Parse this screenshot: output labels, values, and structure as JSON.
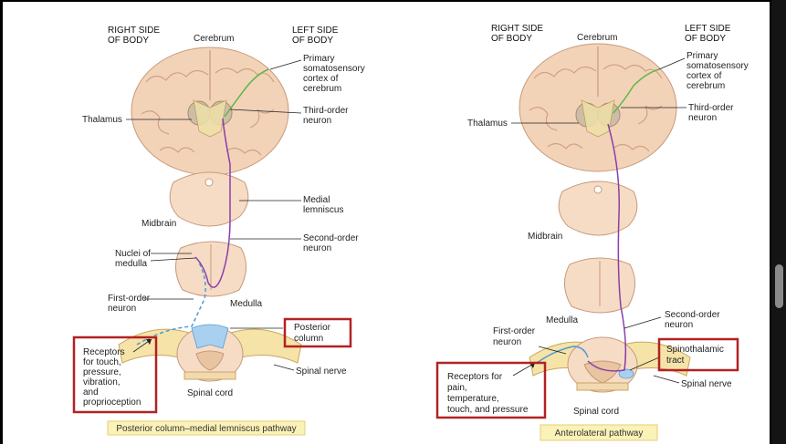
{
  "left_panel": {
    "side_right": [
      "RIGHT SIDE",
      "OF BODY"
    ],
    "cerebrum": "Cerebrum",
    "side_left": [
      "LEFT SIDE",
      "OF BODY"
    ],
    "cortex": [
      "Primary",
      "somatosensory",
      "cortex of",
      "cerebrum"
    ],
    "thalamus": "Thalamus",
    "third_order": [
      "Third-order",
      "neuron"
    ],
    "medial_lemniscus": [
      "Medial",
      "lemniscus"
    ],
    "midbrain": "Midbrain",
    "second_order": [
      "Second-order",
      "neuron"
    ],
    "nuclei": [
      "Nuclei of",
      "medulla"
    ],
    "first_order": [
      "First-order",
      "neuron"
    ],
    "medulla": "Medulla",
    "posterior_column": [
      "Posterior",
      "column"
    ],
    "receptors": [
      "Receptors",
      "for touch,",
      "pressure,",
      "vibration,",
      "and",
      "proprioception"
    ],
    "spinal_nerve": "Spinal nerve",
    "spinal_cord": "Spinal cord",
    "caption": "Posterior column–medial lemniscus pathway"
  },
  "right_panel": {
    "side_right": [
      "RIGHT SIDE",
      "OF BODY"
    ],
    "cerebrum": "Cerebrum",
    "side_left": [
      "LEFT SIDE",
      "OF BODY"
    ],
    "cortex": [
      "Primary",
      "somatosensory",
      "cortex of",
      "cerebrum"
    ],
    "thalamus": "Thalamus",
    "third_order": [
      "Third-order",
      "neuron"
    ],
    "midbrain": "Midbrain",
    "medulla": "Medulla",
    "second_order": [
      "Second-order",
      "neuron"
    ],
    "first_order": [
      "First-order",
      "neuron"
    ],
    "spinothalamic": [
      "Spinothalamic",
      "tract"
    ],
    "receptors": [
      "Receptors for",
      "pain,",
      "temperature,",
      "touch, and pressure"
    ],
    "spinal_nerve": "Spinal nerve",
    "spinal_cord": "Spinal cord",
    "caption": "Anterolateral pathway"
  },
  "colors": {
    "highlight_box": "#b22222",
    "first_order_neuron": "#4a9ad8",
    "second_order_neuron": "#8a3fa8",
    "third_order_neuron": "#5fb84a",
    "caption_bg": "#fbf2b8"
  }
}
